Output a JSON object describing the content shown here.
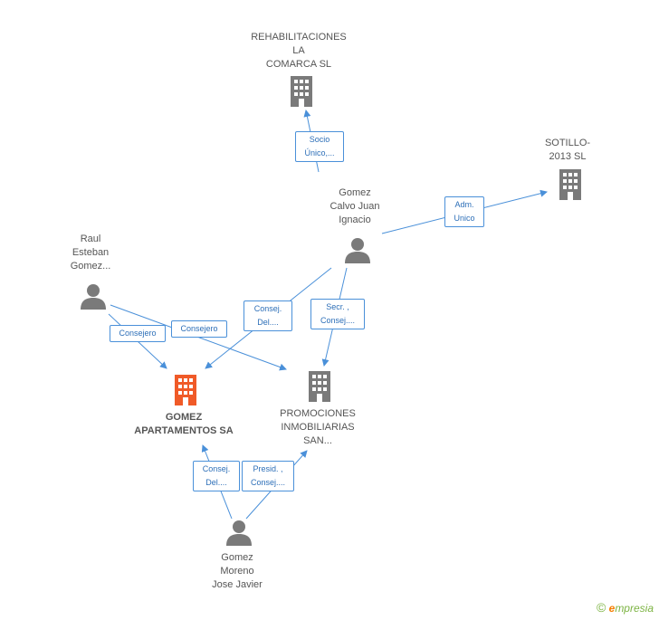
{
  "nodes": {
    "rehab": {
      "name": "REHABILITACIONES\nLA\nCOMARCA  SL"
    },
    "sotillo": {
      "name": "SOTILLO-\n2013  SL"
    },
    "gomez_calvo": {
      "name": "Gomez\nCalvo Juan\nIgnacio"
    },
    "raul": {
      "name": "Raul\nEsteban\nGomez..."
    },
    "gomez_apart": {
      "name": "GOMEZ\nAPARTAMENTOS SA"
    },
    "promociones": {
      "name": "PROMOCIONES\nINMOBILIARIAS\nSAN..."
    },
    "gomez_moreno": {
      "name": "Gomez\nMoreno\nJose Javier"
    }
  },
  "edges": {
    "socio": "Socio\nÚnico,...",
    "adm": "Adm.\nUnico",
    "consej_del_top": "Consej.\nDel....",
    "secr": "Secr. ,\nConsej....",
    "consejero_left": "Consejero",
    "consejero_right": "Consejero",
    "consej_del_bottom": "Consej.\nDel....",
    "presid": "Presid. ,\nConsej...."
  },
  "colors": {
    "edge": "#4a90d9",
    "company_icon": "#7a7a7a",
    "main_company_icon": "#f05a28",
    "person_icon": "#7a7a7a"
  },
  "brand": {
    "copyright": "©",
    "e": "e",
    "rest": "mpresia"
  }
}
